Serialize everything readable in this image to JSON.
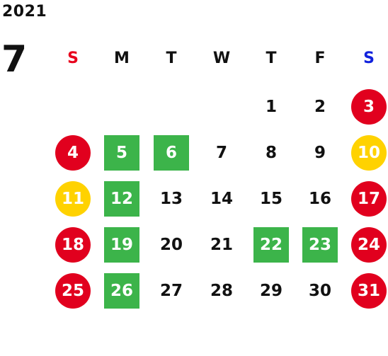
{
  "calendar": {
    "year": "2021",
    "month": "7",
    "weekday_headers": [
      {
        "label": "S",
        "color": "#e8001c"
      },
      {
        "label": "M",
        "color": "#111111"
      },
      {
        "label": "T",
        "color": "#111111"
      },
      {
        "label": "W",
        "color": "#111111"
      },
      {
        "label": "T",
        "color": "#111111"
      },
      {
        "label": "F",
        "color": "#111111"
      },
      {
        "label": "S",
        "color": "#1122dd"
      }
    ],
    "colors": {
      "red": "#e1001e",
      "yellow": "#ffd200",
      "green": "#3cb44a"
    },
    "weeks": [
      [
        null,
        null,
        null,
        null,
        {
          "day": "1",
          "style": "plain"
        },
        {
          "day": "2",
          "style": "plain"
        },
        {
          "day": "3",
          "style": "circle-red"
        }
      ],
      [
        {
          "day": "4",
          "style": "circle-red"
        },
        {
          "day": "5",
          "style": "sq"
        },
        {
          "day": "6",
          "style": "sq"
        },
        {
          "day": "7",
          "style": "plain"
        },
        {
          "day": "8",
          "style": "plain"
        },
        {
          "day": "9",
          "style": "plain"
        },
        {
          "day": "10",
          "style": "circle-yellow"
        }
      ],
      [
        {
          "day": "11",
          "style": "circle-yellow"
        },
        {
          "day": "12",
          "style": "sq"
        },
        {
          "day": "13",
          "style": "plain"
        },
        {
          "day": "14",
          "style": "plain"
        },
        {
          "day": "15",
          "style": "plain"
        },
        {
          "day": "16",
          "style": "plain"
        },
        {
          "day": "17",
          "style": "circle-red"
        }
      ],
      [
        {
          "day": "18",
          "style": "circle-red"
        },
        {
          "day": "19",
          "style": "sq"
        },
        {
          "day": "20",
          "style": "plain"
        },
        {
          "day": "21",
          "style": "plain"
        },
        {
          "day": "22",
          "style": "sq"
        },
        {
          "day": "23",
          "style": "sq"
        },
        {
          "day": "24",
          "style": "circle-red"
        }
      ],
      [
        {
          "day": "25",
          "style": "circle-red"
        },
        {
          "day": "26",
          "style": "sq"
        },
        {
          "day": "27",
          "style": "plain"
        },
        {
          "day": "28",
          "style": "plain"
        },
        {
          "day": "29",
          "style": "plain"
        },
        {
          "day": "30",
          "style": "plain"
        },
        {
          "day": "31",
          "style": "circle-red"
        }
      ]
    ]
  }
}
